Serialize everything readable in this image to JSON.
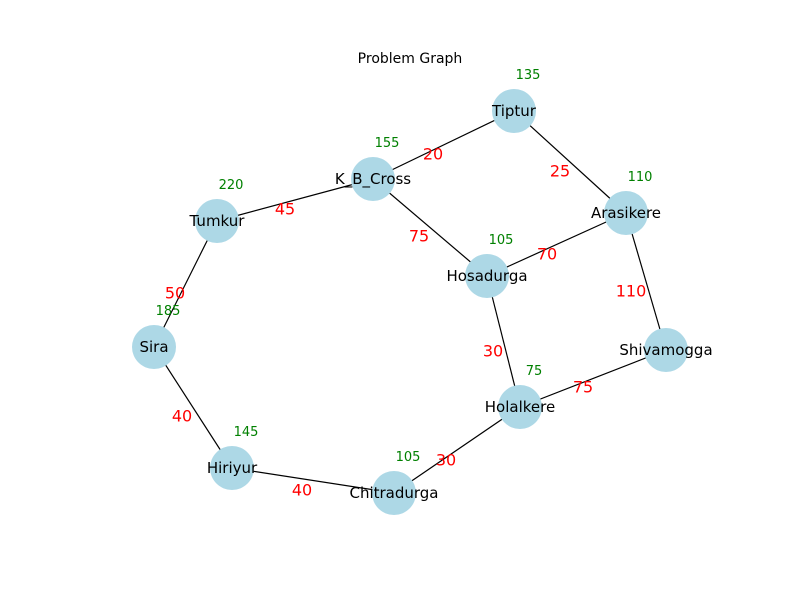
{
  "title": "Problem Graph",
  "colors": {
    "node_fill": "#add8e6",
    "edge": "#000000",
    "weight_text": "#ff0000",
    "heuristic_text": "#008000"
  },
  "nodes": [
    {
      "id": "Tiptur",
      "label": "Tiptur",
      "heuristic": "135"
    },
    {
      "id": "K_B_Cross",
      "label": "K_B_Cross",
      "heuristic": "155"
    },
    {
      "id": "Arasikere",
      "label": "Arasikere",
      "heuristic": "110"
    },
    {
      "id": "Tumkur",
      "label": "Tumkur",
      "heuristic": "220"
    },
    {
      "id": "Hosadurga",
      "label": "Hosadurga",
      "heuristic": "105"
    },
    {
      "id": "Sira",
      "label": "Sira",
      "heuristic": "185"
    },
    {
      "id": "Shivamogga",
      "label": "Shivamogga",
      "heuristic": ""
    },
    {
      "id": "Holalkere",
      "label": "Holalkere",
      "heuristic": "75"
    },
    {
      "id": "Hiriyur",
      "label": "Hiriyur",
      "heuristic": "145"
    },
    {
      "id": "Chitradurga",
      "label": "Chitradurga",
      "heuristic": "105"
    }
  ],
  "edges": [
    {
      "from": "K_B_Cross",
      "to": "Tiptur",
      "weight": "20"
    },
    {
      "from": "Tiptur",
      "to": "Arasikere",
      "weight": "25"
    },
    {
      "from": "Tumkur",
      "to": "K_B_Cross",
      "weight": "45"
    },
    {
      "from": "K_B_Cross",
      "to": "Hosadurga",
      "weight": "75"
    },
    {
      "from": "Hosadurga",
      "to": "Arasikere",
      "weight": "70"
    },
    {
      "from": "Arasikere",
      "to": "Shivamogga",
      "weight": "110"
    },
    {
      "from": "Tumkur",
      "to": "Sira",
      "weight": "50"
    },
    {
      "from": "Hosadurga",
      "to": "Holalkere",
      "weight": "30"
    },
    {
      "from": "Holalkere",
      "to": "Shivamogga",
      "weight": "75"
    },
    {
      "from": "Sira",
      "to": "Hiriyur",
      "weight": "40"
    },
    {
      "from": "Hiriyur",
      "to": "Chitradurga",
      "weight": "40"
    },
    {
      "from": "Chitradurga",
      "to": "Holalkere",
      "weight": "30"
    }
  ]
}
